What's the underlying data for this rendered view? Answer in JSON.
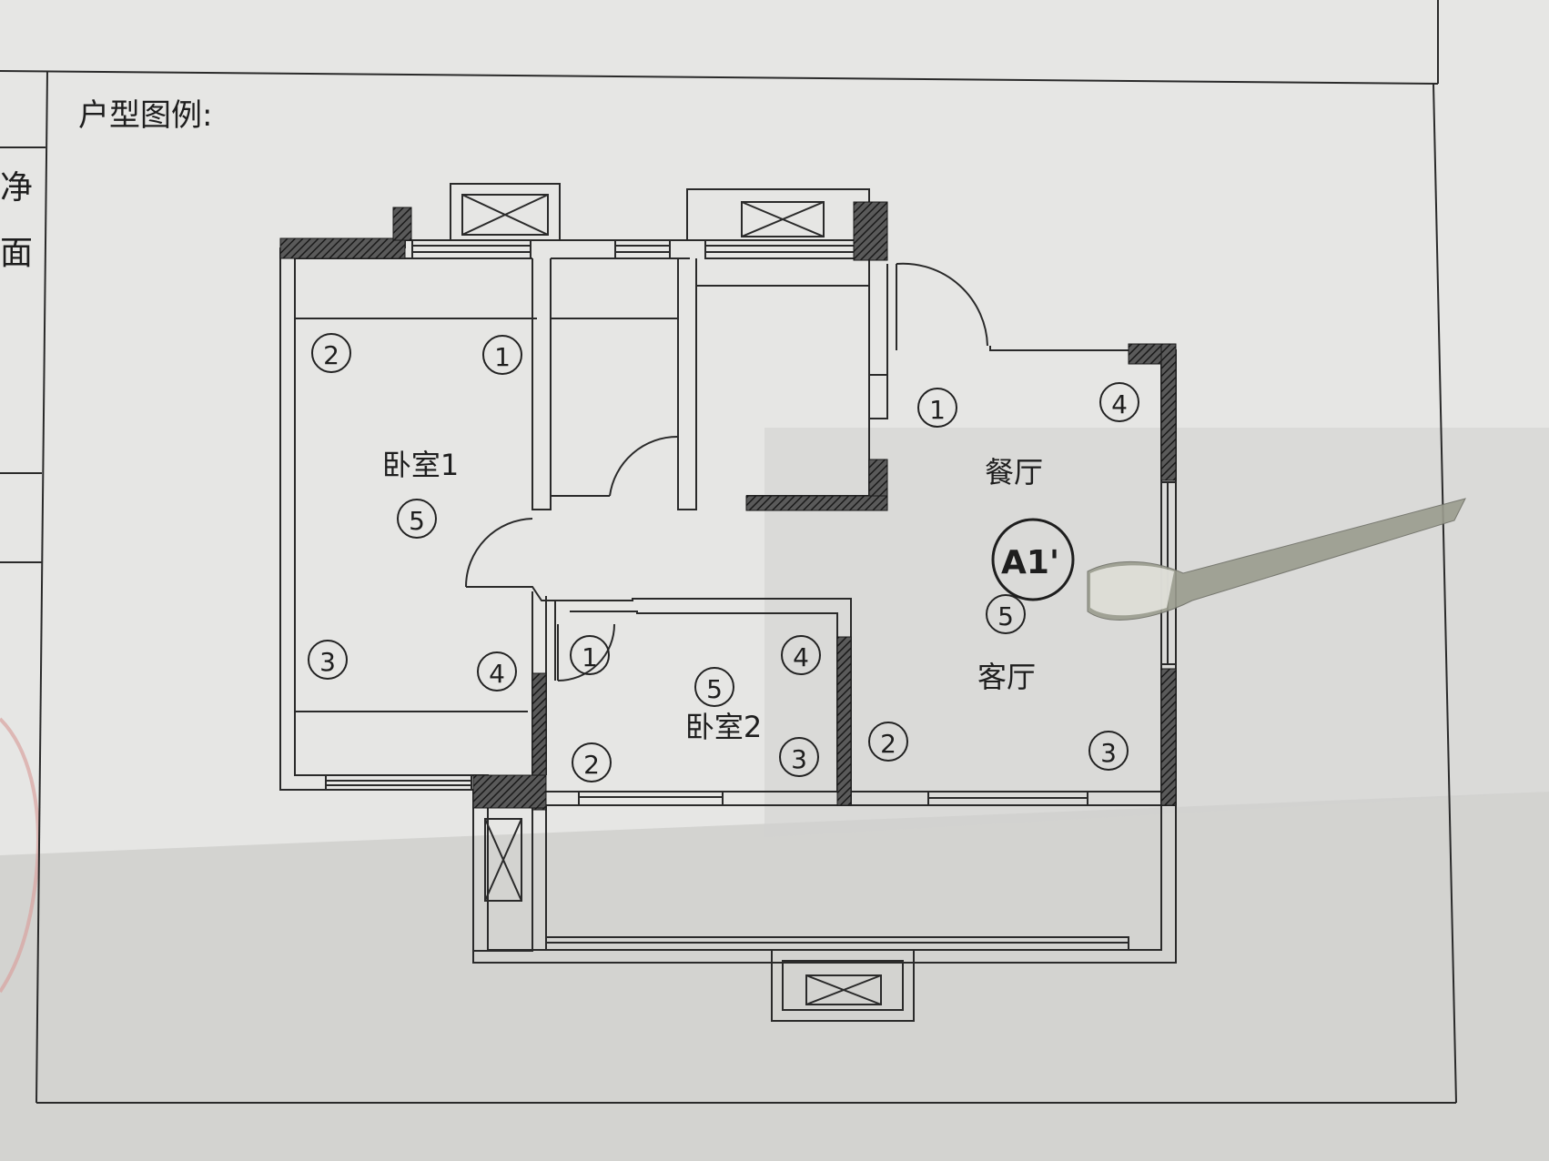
{
  "header": {
    "legend_title": "户型图例:",
    "left_col_chars": [
      "净",
      "面"
    ]
  },
  "rooms": {
    "bedroom1": "卧室1",
    "bedroom2": "卧室2",
    "dining": "餐厅",
    "living": "客厅"
  },
  "unit_tag": "A1'",
  "markers": {
    "bed1_tl": "2",
    "bed1_tr": "1",
    "bed1_center": "5",
    "bed1_bl": "3",
    "bed1_br": "4",
    "dining_tl": "1",
    "dining_tr": "4",
    "living_center": "5",
    "living_bl": "2",
    "living_br": "3",
    "bed2_tl": "1",
    "bed2_center": "5",
    "bed2_tr": "4",
    "bed2_bl": "2",
    "bed2_br": "3"
  },
  "colors": {
    "paper": "#e6e6e4",
    "shadow": "#cfcfcd",
    "line": "#2a2a2a",
    "wall_fill": "#3a3a3a",
    "stamp": "#d9a3a0"
  }
}
